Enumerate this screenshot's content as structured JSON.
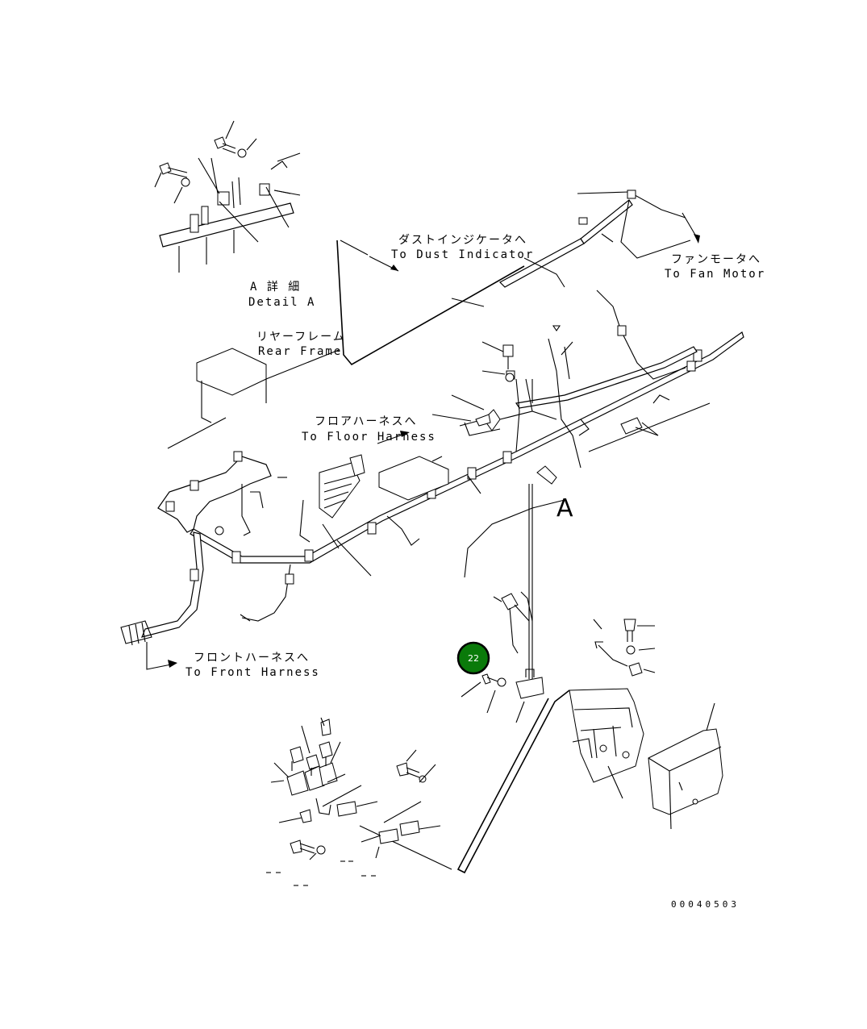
{
  "labels": {
    "detail_a_jp": "A 詳 細",
    "detail_a_en": "Detail A",
    "dust_indicator_jp": "ダストインジケータへ",
    "dust_indicator_en": "To Dust Indicator",
    "fan_motor_jp": "ファンモータへ",
    "fan_motor_en": "To Fan Motor",
    "rear_frame_jp": "リヤーフレーム",
    "rear_frame_en": "Rear Frame",
    "floor_harness_jp": "フロアハーネスへ",
    "floor_harness_en": "To Floor Harness",
    "front_harness_jp": "フロントハーネスへ",
    "front_harness_en": "To Front Harness",
    "view_a": "A"
  },
  "callout": {
    "number": "22",
    "color": "#0a7a0a"
  },
  "document_number": "00040503"
}
